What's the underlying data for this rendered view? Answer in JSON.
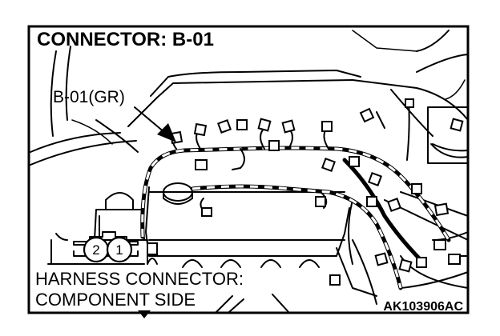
{
  "title": "CONNECTOR: B-01",
  "callout_label": "B-01(GR)",
  "caption_line1": "HARNESS CONNECTOR:",
  "caption_line2": "COMPONENT SIDE",
  "figure_code": "AK103906AC",
  "connector_pins": [
    "2",
    "1"
  ],
  "colors": {
    "ink": "#000000",
    "background": "#ffffff"
  }
}
